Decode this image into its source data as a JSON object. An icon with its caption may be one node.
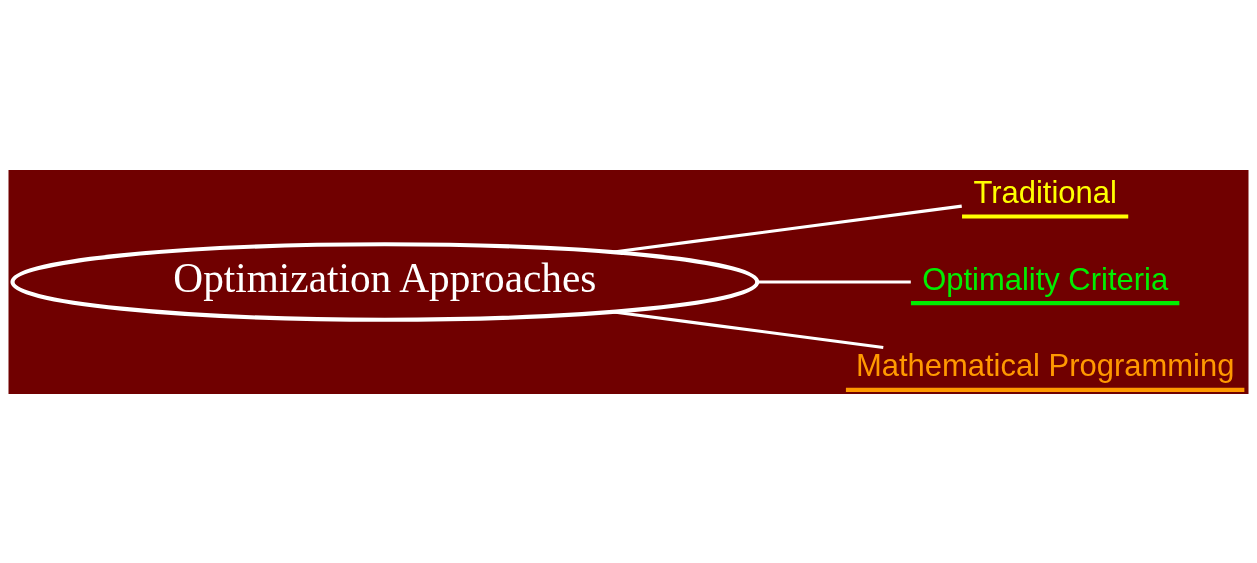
{
  "diagram": {
    "nodes": [
      {
        "text": [
          "Optimization Approaches"
        ]
      },
      {
        "text": [
          "Traditional"
        ]
      },
      {
        "text": [
          "Optimality Criteria"
        ]
      },
      {
        "text": [
          "Mathematical Programming"
        ]
      }
    ],
    "edges": [
      {
        "from": 0,
        "to": 1,
        "arrow": "none"
      },
      {
        "from": 0,
        "to": 2,
        "arrow": "none"
      },
      {
        "from": 0,
        "to": 3,
        "arrow": "none"
      }
    ]
  }
}
